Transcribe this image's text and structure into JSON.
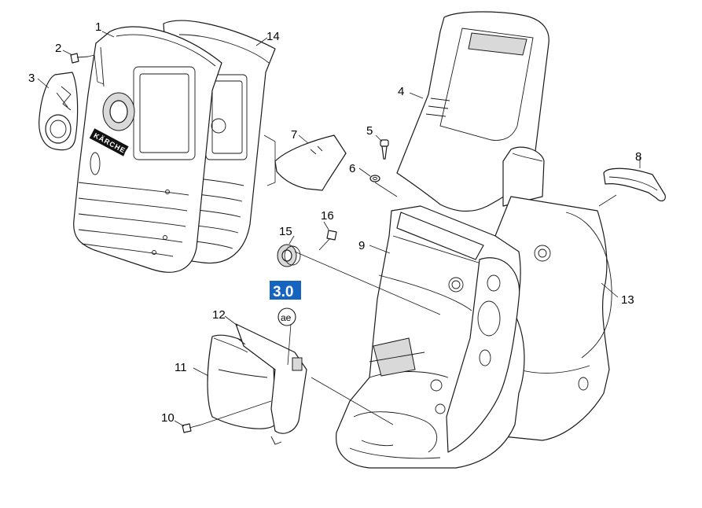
{
  "diagram": {
    "callouts": [
      "1",
      "2",
      "3",
      "4",
      "5",
      "6",
      "7",
      "8",
      "9",
      "10",
      "11",
      "12",
      "13",
      "14",
      "15",
      "16"
    ],
    "badge": "3.0",
    "badge_color": "#1565c0",
    "ae_symbol": "ae",
    "brand_logo": "KÄRCHER"
  }
}
